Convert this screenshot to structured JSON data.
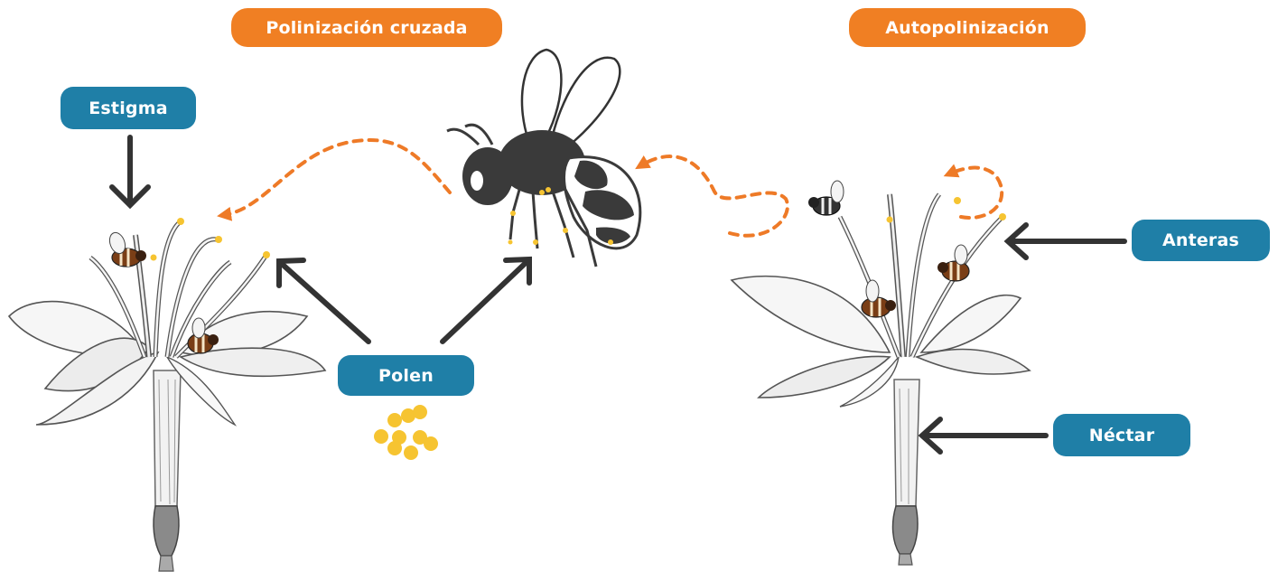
{
  "titles": {
    "cross": "Polinización cruzada",
    "self": "Autopolinización"
  },
  "labels": {
    "estigma": "Estigma",
    "polen": "Polen",
    "anteras": "Anteras",
    "nectar": "Néctar"
  },
  "colors": {
    "title_bg": "#F07F23",
    "label_bg": "#1F7FA7",
    "arrow": "#333333",
    "path_arrow": "#EE7A27",
    "pollen": "#F6C431",
    "bee_body": "#3A3A3A",
    "small_bee": "#7A3E16"
  }
}
